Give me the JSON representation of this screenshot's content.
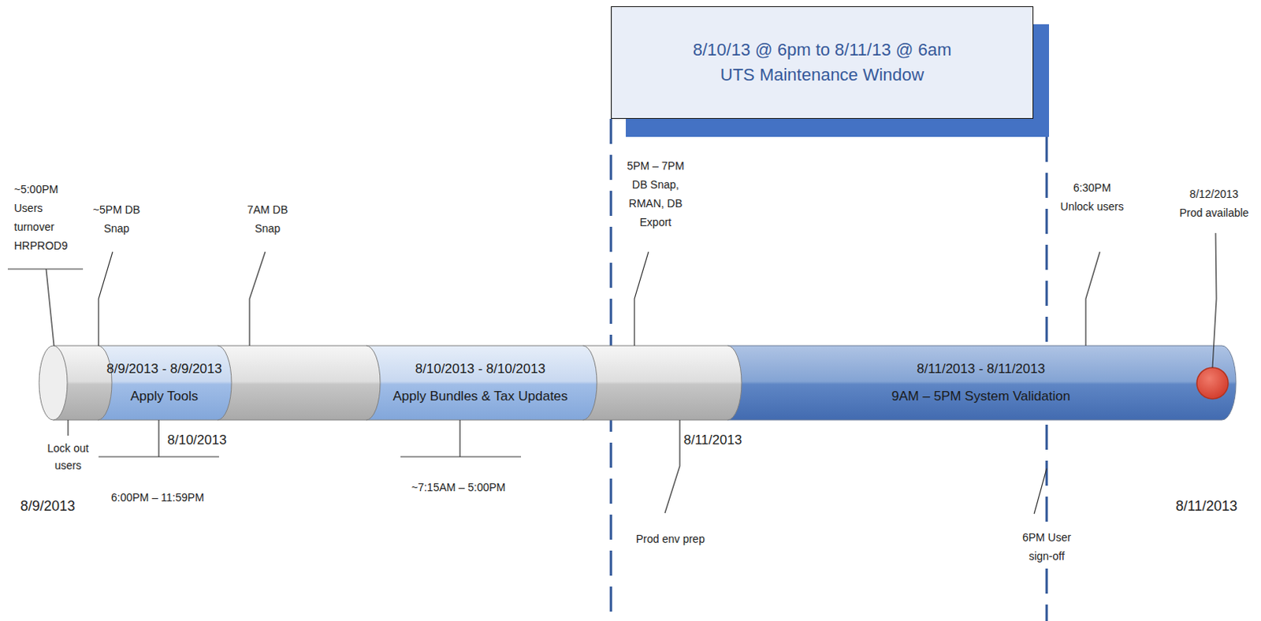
{
  "diagram": {
    "nodes": [
      {
        "text": [
          "8/10/13 @ 6pm to 8/11/13 @ 6am",
          "UTS Maintenance Window"
        ]
      },
      {
        "text": [
          "8/9/2013 - 8/9/2013",
          "Apply Tools"
        ]
      },
      {
        "text": [
          "8/10/2013 - 8/10/2013",
          "Apply Bundles & Tax Updates"
        ]
      },
      {
        "text": [
          "8/11/2013 - 8/11/2013",
          "9AM – 5PM System Validation"
        ]
      }
    ],
    "labels": [
      "~5:00PM Users turnover HRPROD9",
      "~5PM DB Snap",
      "7AM DB Snap",
      "5PM – 7PM DB Snap, RMAN, DB Export",
      "6:30PM Unlock users",
      "8/12/2013 Prod available",
      "Lock out users",
      "8/10/2013",
      "6:00PM – 11:59PM",
      "~7:15AM – 5:00PM",
      "8/11/2013",
      "Prod env prep",
      "6PM User sign-off",
      "8/9/2013",
      "8/11/2013"
    ]
  }
}
